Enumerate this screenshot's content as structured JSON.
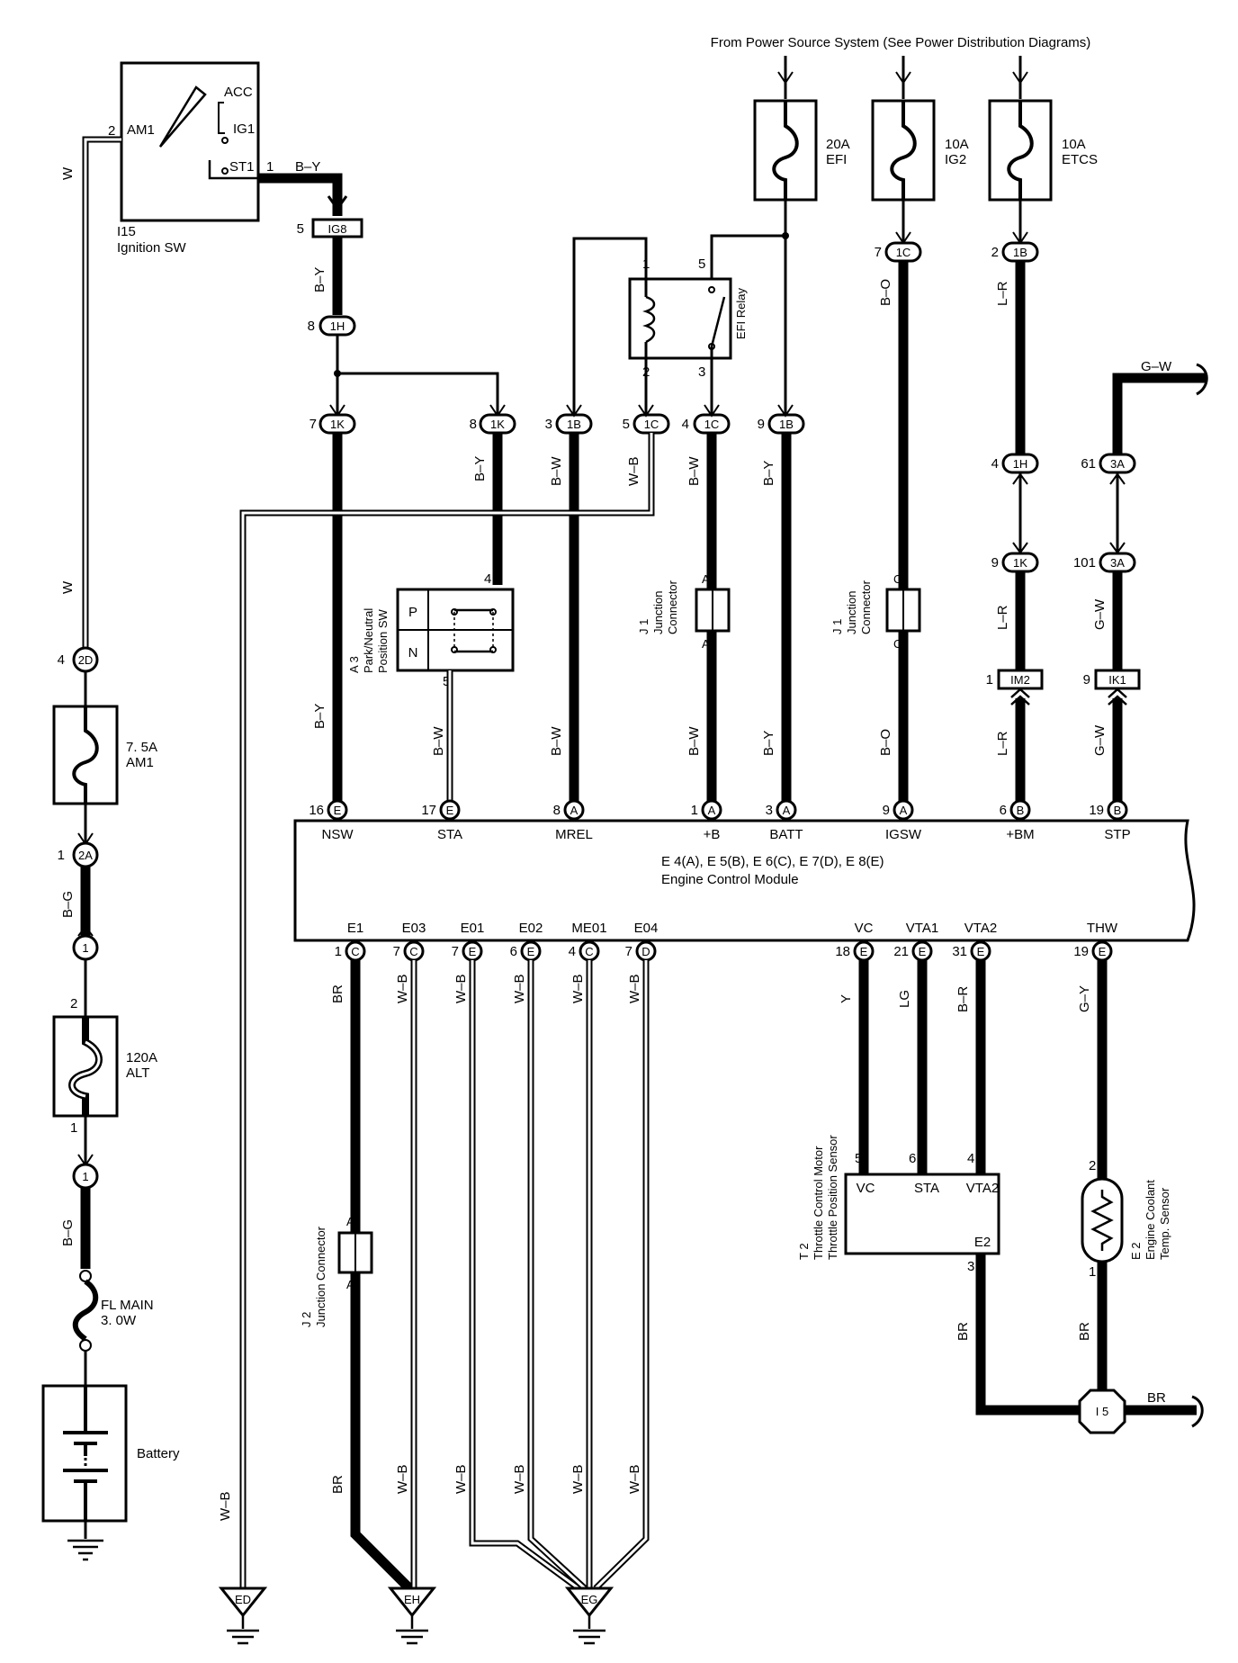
{
  "header": {
    "power_source": "From Power Source System (See Power Distribution Diagrams)"
  },
  "fuses": {
    "efi": {
      "amp": "20A",
      "name": "EFI"
    },
    "ig2": {
      "amp": "10A",
      "name": "IG2"
    },
    "etcs": {
      "amp": "10A",
      "name": "ETCS"
    },
    "am1": {
      "amp": "7. 5A",
      "name": "AM1"
    },
    "alt": {
      "amp": "120A",
      "name": "ALT"
    },
    "flmain": {
      "name": "FL MAIN",
      "rating": "3. 0W"
    }
  },
  "ignition": {
    "ref": "I15",
    "name": "Ignition SW",
    "terms": [
      "ACC",
      "IG1",
      "ST1",
      "AM1"
    ],
    "pin_am1": "2",
    "pin_st1": "1"
  },
  "relay": {
    "name": "EFI Relay",
    "pins": [
      "1",
      "5",
      "2",
      "3"
    ]
  },
  "battery": {
    "name": "Battery"
  },
  "connectors": {
    "ig8": {
      "pin": "5",
      "id": "IG8"
    },
    "h1a": {
      "pin": "8",
      "id": "1H"
    },
    "k1a": {
      "pin": "7",
      "id": "1K"
    },
    "k1b": {
      "pin": "8",
      "id": "1K"
    },
    "b1a": {
      "pin": "3",
      "id": "1B"
    },
    "c1a": {
      "pin": "5",
      "id": "1C"
    },
    "c1b": {
      "pin": "4",
      "id": "1C"
    },
    "b1b": {
      "pin": "9",
      "id": "1B"
    },
    "c1c": {
      "pin": "7",
      "id": "1C"
    },
    "b1c": {
      "pin": "2",
      "id": "1B"
    },
    "h1b": {
      "pin": "4",
      "id": "1H"
    },
    "k1c": {
      "pin": "9",
      "id": "1K"
    },
    "im2": {
      "pin": "1",
      "id": "IM2"
    },
    "a3a": {
      "pin": "61",
      "id": "3A"
    },
    "a3b": {
      "pin": "101",
      "id": "3A"
    },
    "ik1": {
      "pin": "9",
      "id": "IK1"
    },
    "d2": {
      "pin": "4",
      "id": "2D"
    },
    "a2": {
      "pin": "1",
      "id": "2A"
    },
    "j1": {
      "id": "1"
    },
    "j1b": {
      "id": "1"
    },
    "alt_in": "2",
    "alt_out": "1"
  },
  "wire_colors": {
    "w": "W",
    "by": "B–Y",
    "bw": "B–W",
    "wb": "W–B",
    "bo": "B–O",
    "lr": "L–R",
    "gw": "G–W",
    "bg": "B–G",
    "br": "BR",
    "y": "Y",
    "lg": "LG",
    "bdr": "B–R",
    "gy": "G–Y"
  },
  "pns": {
    "ref": "A 3",
    "name": "Park/Neutral",
    "name2": "Position SW",
    "p": "P",
    "n": "N",
    "pin4": "4",
    "pin5": "5"
  },
  "jc1": {
    "ref": "J 1",
    "name1": "Junction",
    "name2": "Connector",
    "a": "A",
    "c": "C"
  },
  "jc2": {
    "ref": "J 2",
    "name": "Junction Connector",
    "a": "A"
  },
  "ecm": {
    "line1": "E 4(A), E 5(B), E 6(C), E 7(D), E 8(E)",
    "line2": "Engine Control Module",
    "top": [
      {
        "pin": "16",
        "id": "E",
        "sig": "NSW"
      },
      {
        "pin": "17",
        "id": "E",
        "sig": "STA"
      },
      {
        "pin": "8",
        "id": "A",
        "sig": "MREL"
      },
      {
        "pin": "1",
        "id": "A",
        "sig": "+B"
      },
      {
        "pin": "3",
        "id": "A",
        "sig": "BATT"
      },
      {
        "pin": "9",
        "id": "A",
        "sig": "IGSW"
      },
      {
        "pin": "6",
        "id": "B",
        "sig": "+BM"
      },
      {
        "pin": "19",
        "id": "B",
        "sig": "STP"
      }
    ],
    "bottom": [
      {
        "pin": "1",
        "id": "C",
        "sig": "E1"
      },
      {
        "pin": "7",
        "id": "C",
        "sig": "E03"
      },
      {
        "pin": "7",
        "id": "E",
        "sig": "E01"
      },
      {
        "pin": "6",
        "id": "E",
        "sig": "E02"
      },
      {
        "pin": "4",
        "id": "C",
        "sig": "ME01"
      },
      {
        "pin": "7",
        "id": "D",
        "sig": "E04"
      },
      {
        "pin": "18",
        "id": "E",
        "sig": "VC"
      },
      {
        "pin": "21",
        "id": "E",
        "sig": "VTA1"
      },
      {
        "pin": "31",
        "id": "E",
        "sig": "VTA2"
      },
      {
        "pin": "19",
        "id": "E",
        "sig": "THW"
      }
    ]
  },
  "tps": {
    "ref": "T 2",
    "name1": "Throttle Control Motor",
    "name2": "Throttle Position Sensor",
    "vc": "VC",
    "sta": "STA",
    "vta2": "VTA2",
    "e2": "E2",
    "p5": "5",
    "p6": "6",
    "p4": "4",
    "p3": "3"
  },
  "ect": {
    "ref": "E 2",
    "name1": "Engine Coolant",
    "name2": "Temp. Sensor",
    "p2": "2",
    "p1": "1"
  },
  "junction_i5": "I 5",
  "grounds": {
    "ed": "ED",
    "eh": "EH",
    "eg": "EG"
  }
}
